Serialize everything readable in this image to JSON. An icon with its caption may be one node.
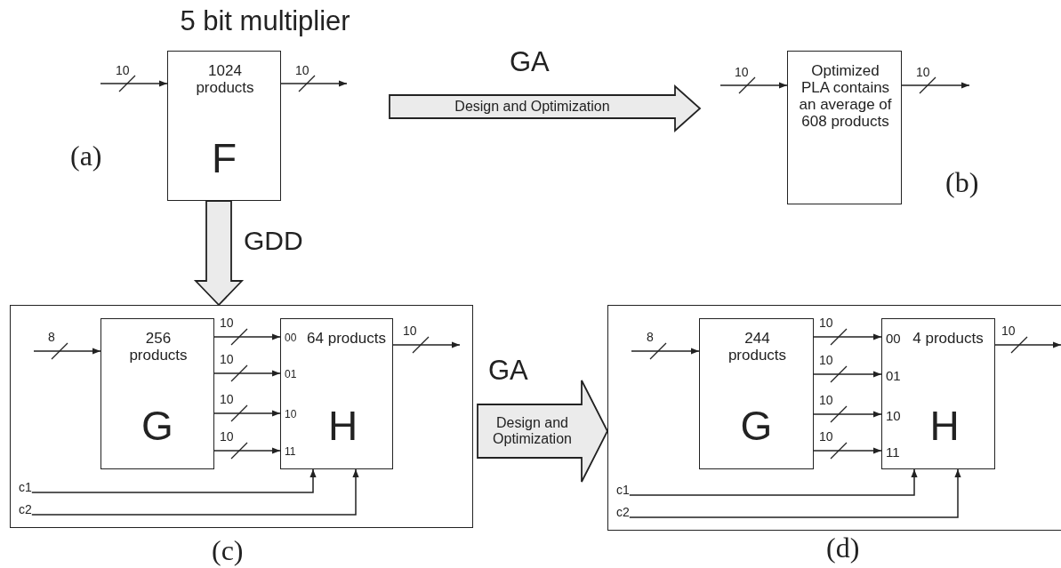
{
  "diagram": {
    "title": "5 bit multiplier",
    "nodes": [
      {
        "text": [
          "1024 products",
          "F"
        ],
        "beside": [
          "(a)"
        ]
      },
      {
        "text": [
          "Optimized PLA contains an average of 608 products"
        ],
        "beside": [
          "(b)"
        ]
      },
      {
        "text": [
          "(c)"
        ]
      },
      {
        "text": [
          "256 products",
          "G"
        ],
        "in": 2
      },
      {
        "text": [
          "64 products",
          "H",
          "00",
          "01",
          "10",
          "11"
        ],
        "in": 2
      },
      {
        "text": [
          "c1"
        ],
        "in": 2
      },
      {
        "text": [
          "c2"
        ],
        "in": 2
      },
      {
        "text": [
          "(d)"
        ]
      },
      {
        "text": [
          "244 products",
          "G"
        ],
        "in": 7
      },
      {
        "text": [
          "4 products",
          "H",
          "00",
          "01",
          "10",
          "11"
        ],
        "in": 7
      },
      {
        "text": [
          "c1"
        ],
        "in": 7
      },
      {
        "text": [
          "c2"
        ],
        "in": 7
      },
      {
        "text": [
          "GA",
          "Design and Optimization"
        ]
      },
      {
        "text": [
          "GA",
          "Design and Optimization"
        ]
      }
    ],
    "edges": [
      {
        "from": null,
        "to": 0,
        "arrow": "to",
        "label": "10"
      },
      {
        "from": 0,
        "to": null,
        "arrow": "to",
        "label": "10"
      },
      {
        "from": null,
        "to": 1,
        "arrow": "to",
        "label": "10"
      },
      {
        "from": 1,
        "to": null,
        "arrow": "to",
        "label": "10"
      },
      {
        "from": null,
        "to": 3,
        "arrow": "to",
        "label": "8"
      },
      {
        "from": 3,
        "to": 4,
        "arrow": "to",
        "label": "10"
      },
      {
        "from": 3,
        "to": 4,
        "arrow": "to",
        "label": "10"
      },
      {
        "from": 3,
        "to": 4,
        "arrow": "to",
        "label": "10"
      },
      {
        "from": 3,
        "to": 4,
        "arrow": "to",
        "label": "10"
      },
      {
        "from": 4,
        "to": null,
        "arrow": "to",
        "label": "10"
      },
      {
        "from": 5,
        "to": 4,
        "arrow": "to"
      },
      {
        "from": 6,
        "to": 4,
        "arrow": "to"
      },
      {
        "from": null,
        "to": 8,
        "arrow": "to",
        "label": "8"
      },
      {
        "from": 8,
        "to": 9,
        "arrow": "to",
        "label": "10"
      },
      {
        "from": 8,
        "to": 9,
        "arrow": "to",
        "label": "10"
      },
      {
        "from": 8,
        "to": 9,
        "arrow": "to",
        "label": "10"
      },
      {
        "from": 8,
        "to": 9,
        "arrow": "to",
        "label": "10"
      },
      {
        "from": 9,
        "to": null,
        "arrow": "to",
        "label": "10"
      },
      {
        "from": 10,
        "to": 9,
        "arrow": "to"
      },
      {
        "from": 11,
        "to": 9,
        "arrow": "to"
      },
      {
        "from": 0,
        "to": 2,
        "arrow": "to",
        "label": "GDD",
        "style": "thick"
      }
    ]
  }
}
